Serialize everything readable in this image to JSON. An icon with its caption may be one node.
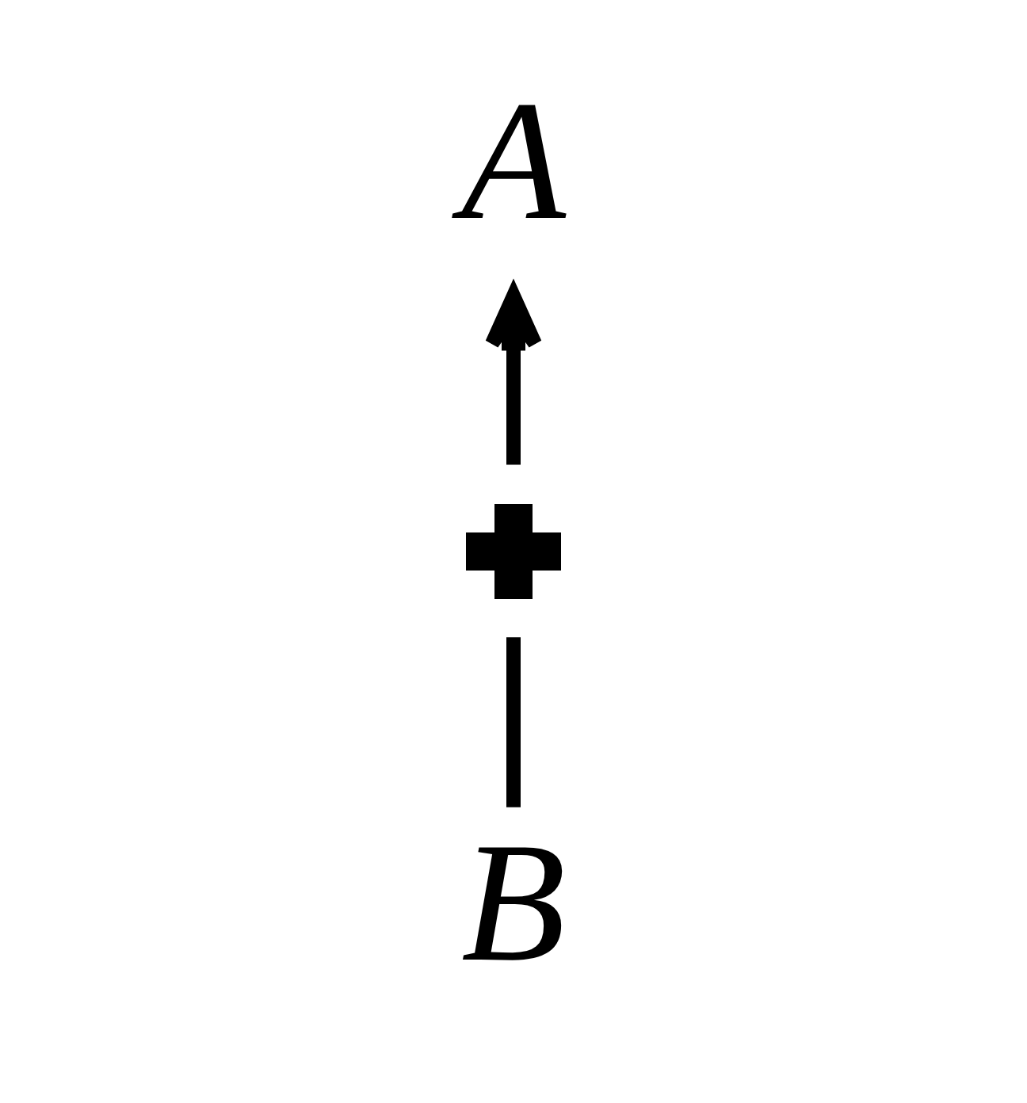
{
  "diagram": {
    "nodes": [
      {
        "text": [
          "A"
        ]
      },
      {
        "text": [],
        "shape": "cross"
      },
      {
        "text": [
          "B"
        ]
      }
    ],
    "edges": [
      {
        "from": 2,
        "to": 1,
        "arrow": "none"
      },
      {
        "from": 1,
        "to": 0,
        "arrow": "to"
      }
    ]
  }
}
